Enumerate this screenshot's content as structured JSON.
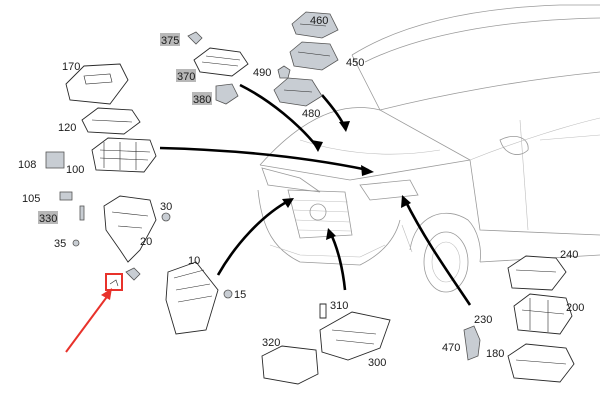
{
  "labels": {
    "l10": "10",
    "l15": "15",
    "l20": "20",
    "l30": "30",
    "l35": "35",
    "l100": "100",
    "l105": "105",
    "l108": "108",
    "l120": "120",
    "l170": "170",
    "l180": "180",
    "l200": "200",
    "l230": "230",
    "l240": "240",
    "l300": "300",
    "l310": "310",
    "l320": "320",
    "l330": "330",
    "l370": "370",
    "l375": "375",
    "l380": "380",
    "l450": "450",
    "l460": "460",
    "l470": "470",
    "l480": "480",
    "l490": "490"
  },
  "highlight_color": "#e8322b",
  "tag_color": "#b8b8b8"
}
